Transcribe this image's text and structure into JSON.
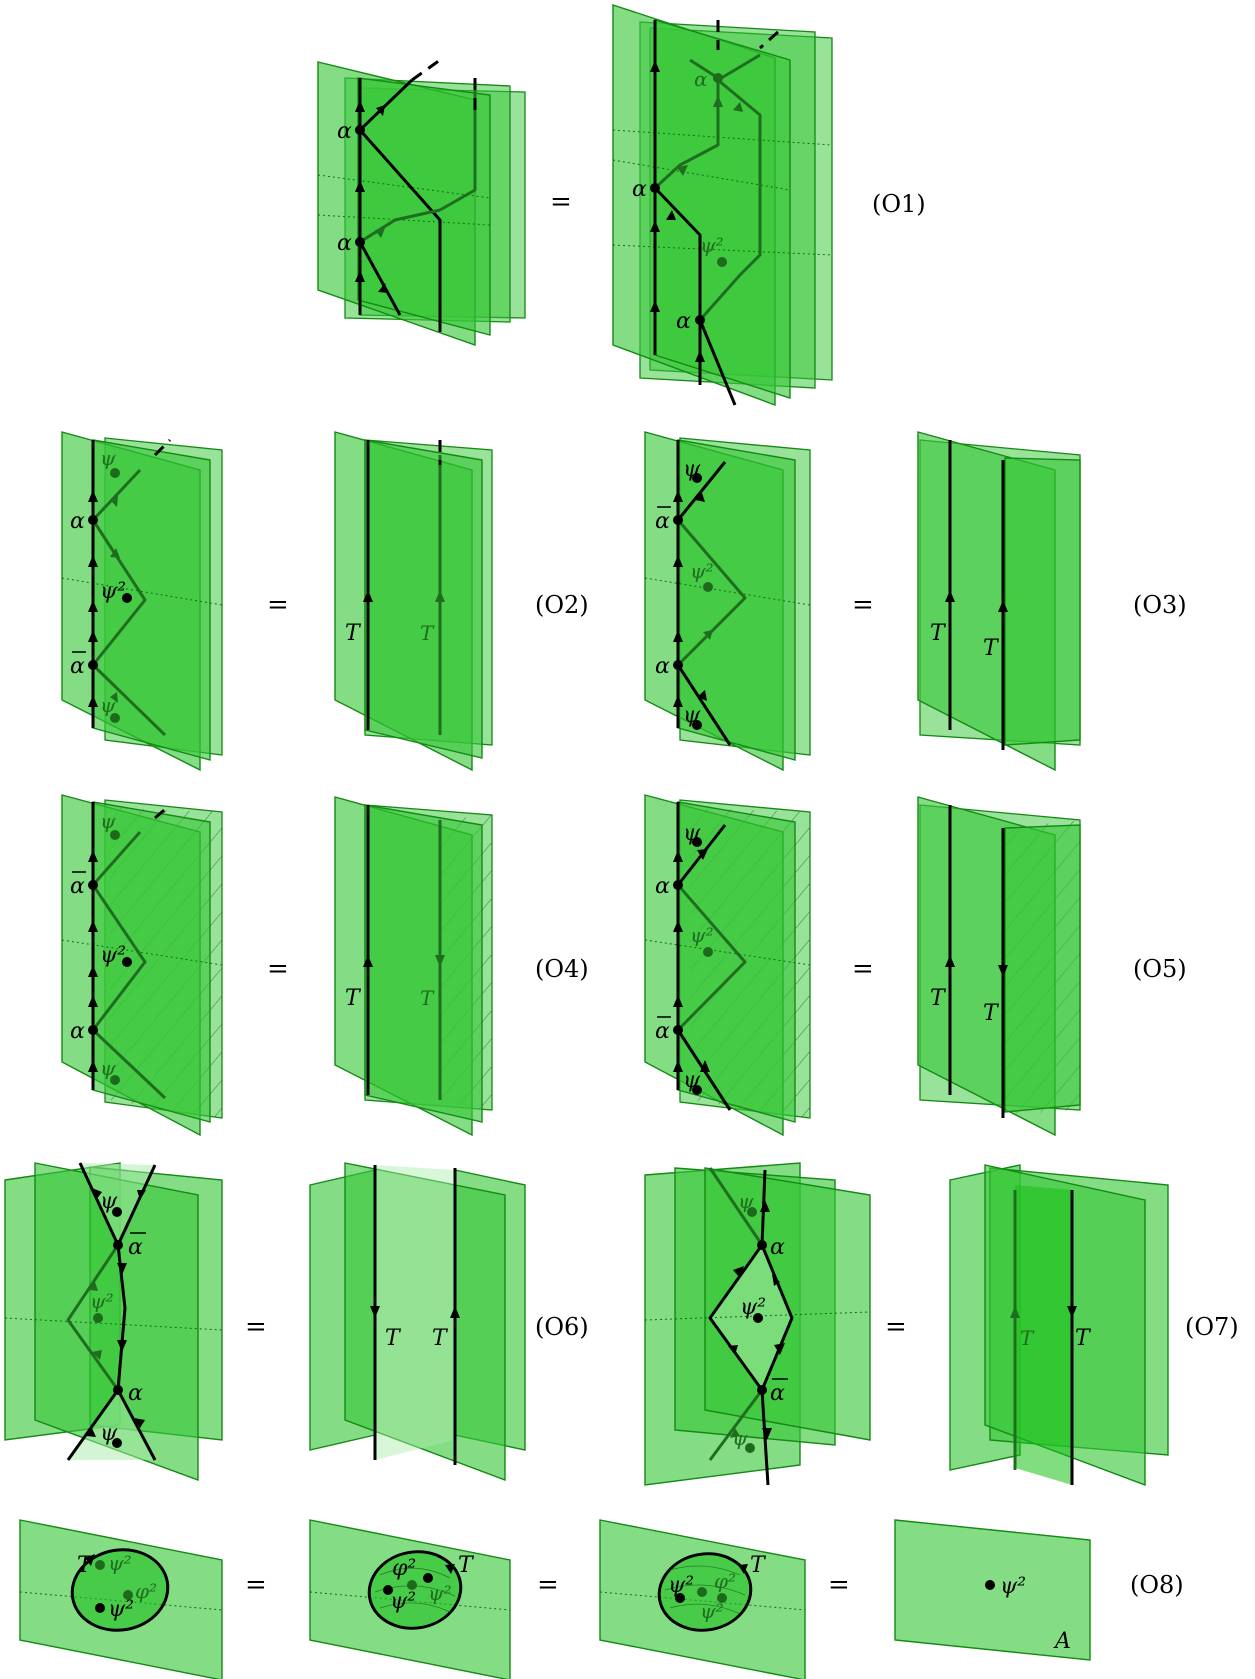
{
  "equals_sign": "=",
  "symbols": {
    "alpha": "α",
    "alpha_bar": "α",
    "psi": "ψ",
    "psi_sq": "ψ²",
    "phi_sq": "φ²",
    "T": "T",
    "A": "A"
  },
  "equations": [
    {
      "tag": "(O1)"
    },
    {
      "tag": "(O2)"
    },
    {
      "tag": "(O3)"
    },
    {
      "tag": "(O4)"
    },
    {
      "tag": "(O5)"
    },
    {
      "tag": "(O6)"
    },
    {
      "tag": "(O7)"
    },
    {
      "tag": "(O8)"
    }
  ],
  "colors": {
    "sheet_fill": "#38c738",
    "sheet_stroke": "#138a13",
    "seam": "#000000",
    "hidden_seam": "#1f6e1f"
  }
}
